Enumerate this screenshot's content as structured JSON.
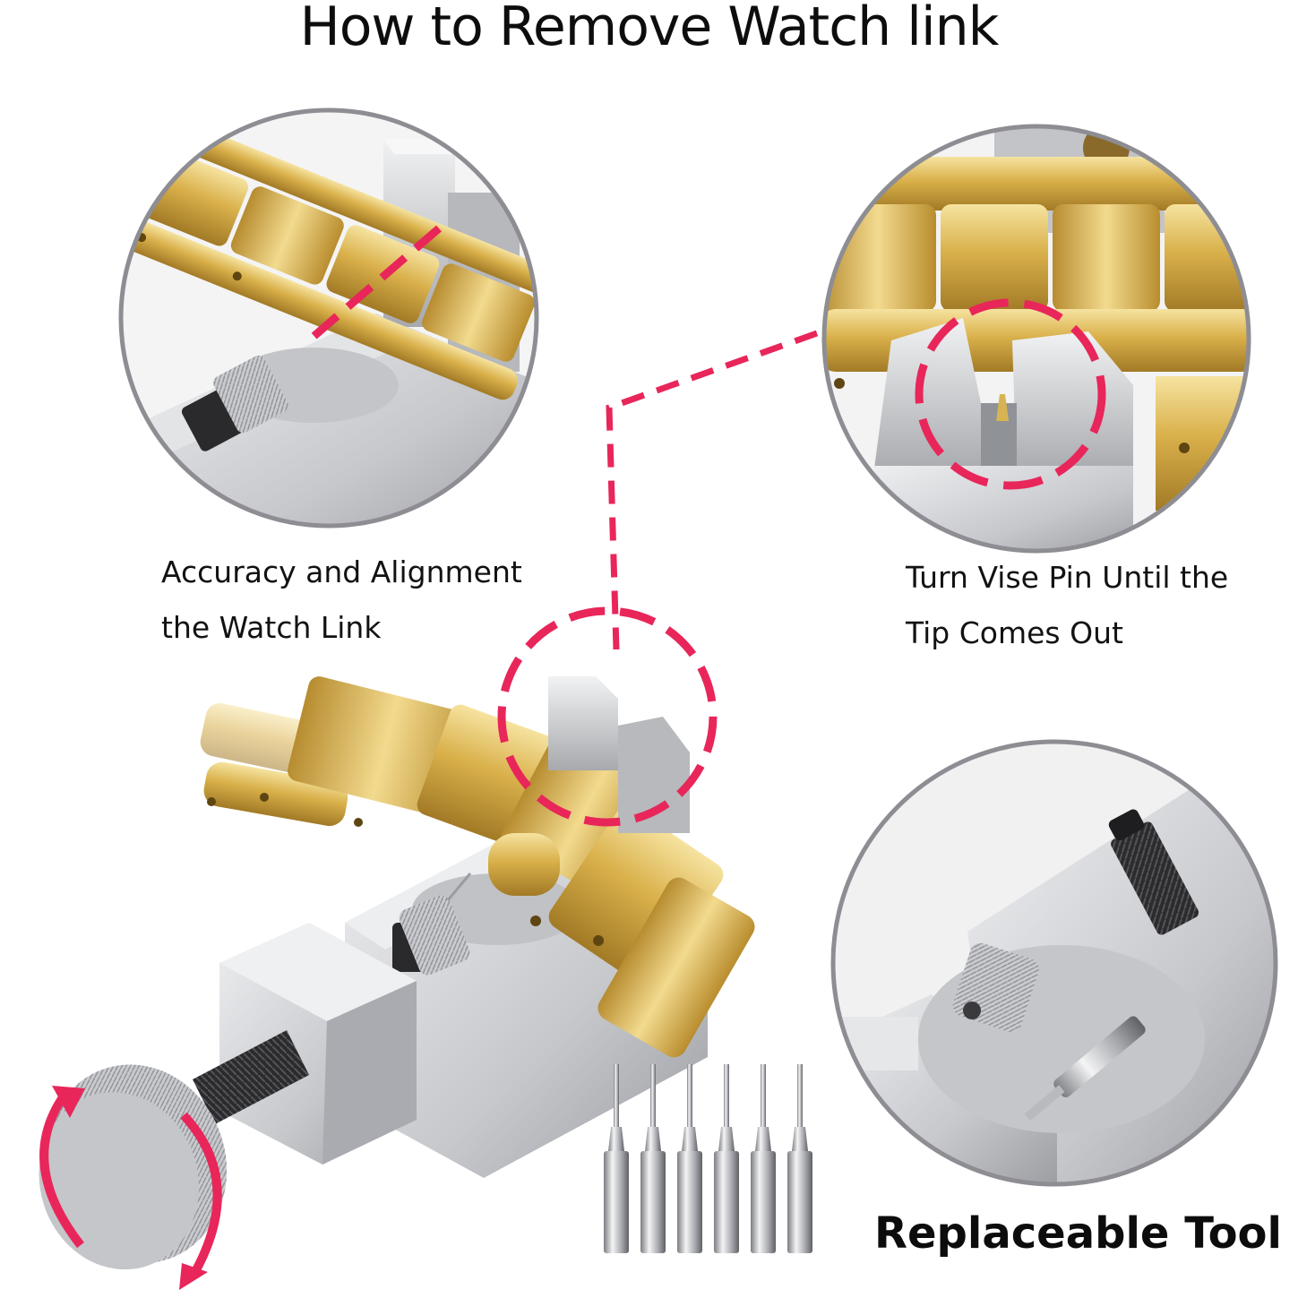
{
  "title": "How to Remove Watch link",
  "steps": [
    {
      "caption_lines": [
        "Accuracy and Alignment",
        "the Watch Link"
      ]
    },
    {
      "caption_lines": [
        "Turn Vise Pin Until the",
        "Tip Comes Out"
      ]
    }
  ],
  "tool_caption": "Replaceable Tool",
  "colors": {
    "accent": "#e8265a",
    "gold": "#d9b04a",
    "gold_light": "#f3dd92",
    "gold_dark": "#9c7420",
    "silver": "#c9cbce",
    "silver_light": "#e9eaec",
    "silver_dark": "#8f9297",
    "circle_border": "#8d8d93"
  },
  "pin_count": 6
}
